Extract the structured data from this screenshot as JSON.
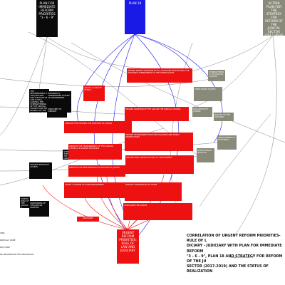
{
  "headers": {
    "plan_priorities": "PLAN FOR IMMEDIATE REFORM PRIORITIES \"3 - 6 - 9\"",
    "plan_18": "PLAN 18",
    "action_plan_strategy": "ACTION PLAN FOR THE STRATEGY FOR REFORM OF THE JUDICIAL SECTOR (2017-2019)",
    "urgent_priorities": "URGENT REFORM PRIORITIES: RULE OF LAW AND JUDICIARY",
    "judiciary": "JUDICIARY"
  },
  "nodes": {
    "black_1": "THE INDEPENDENCE OF THE JUDICIARY AND THE RULE OF LAW IS STILL LACKING, THE STRENGTHENING OF THE JUDICIAL COUNCIL AND THE RESPECT OF THE PRINCIPLE OF NON INTERFERENCE",
    "black_2": "ESTABLISH A TRANSPARENT SYSTEM OF APPOINTMENT",
    "black_3": "MEASURES TO IMPROVE",
    "black_4": "STRENGTHEN THE CAPACITY OF COURTS",
    "black_5": "PROVIDE EFFECTIVE ACCESS",
    "black_6": "MONITORING OF THE JUDICIAL PROCESS",
    "black_7": "MONITORING OF THE JUDICIAL PROCEEDINGS",
    "gray_1": "STRENGTHENING THE JUDICIAL COUNCIL",
    "gray_2": "MERIT BASED SYSTEM",
    "gray_3": "EVALUATION OF JUDGES",
    "gray_4": "BUDGET OF THE JUDICIARY",
    "gray_5": "IMPROVEMENT OF EFFICIENCY",
    "gray_6": "REDUCTION OF BACKLOG",
    "red_1": "ENSURE SPEEDY ADOPTION OF ALL ACTIVITIES FROM HAVING THE PROPOSED AMENDMENTS TO THE CONSTITUTION",
    "red_2": "ADOPT A CODE OF ETHICS",
    "red_3": "ENSURE ADOPTION OF THE LAW ON THE JUDICIAL COUNCIL",
    "red_4": "IMPROVE THE CRITERIA FOR ELECTION OF JUDGES",
    "red_5": "ENSURE TRANSPARENT ELECTION OF JUDGES AND PUBLIC PROSECUTORS",
    "red_6": "IMPROVE THE TRANSPARENCY OF THE JUDICIAL COUNCIL IN MAKING DECISIONS",
    "red_7": "ENSURE MERIT BASED SYSTEM OF APPOINTMENT",
    "red_8": "IMPROVE THE PERFORMANCE EVALUATION OF JUDGES",
    "red_9": "ADOPT A SYSTEM OF CASE MANAGEMENT",
    "red_10": "REDUCE THE BACKLOG OF CASES",
    "red_11": "SPECIALIZE THE JUDGES"
  },
  "title": {
    "line1": "CORRELATION OF URGENT REFORM PRIORITIES- RULE OF L",
    "line2": "DICIARY - JUDICIARY WITH PLAN FOR IMMEDIATE REFORM",
    "line3": "\"3 - 6 - 9\", PLAN 18 AND STRATEGY FOR REFORM OF THE JU",
    "line4": "SECTOR (2017-2019) AND THE STATUS OF REALIZATION",
    "credit": "/ Prepared by the team of"
  },
  "legend": [
    {
      "label": "IONS",
      "color": "#ee1111"
    },
    {
      "label": "PARTIALLY DONE",
      "color": "#8a8a7a"
    },
    {
      "label": "NOT DONE",
      "color": "#0a0a0a"
    },
    {
      "label": "NO INFORMATION FOR REALIZATION",
      "color": "#1a1ae6"
    }
  ],
  "colors": {
    "red": "#ee1111",
    "black": "#0a0a0a",
    "gray": "#8a8a7a",
    "blue": "#1a1ae6",
    "link_gray": "#777777",
    "link_red": "#ee1111",
    "link_blue": "#1a1ae6"
  }
}
